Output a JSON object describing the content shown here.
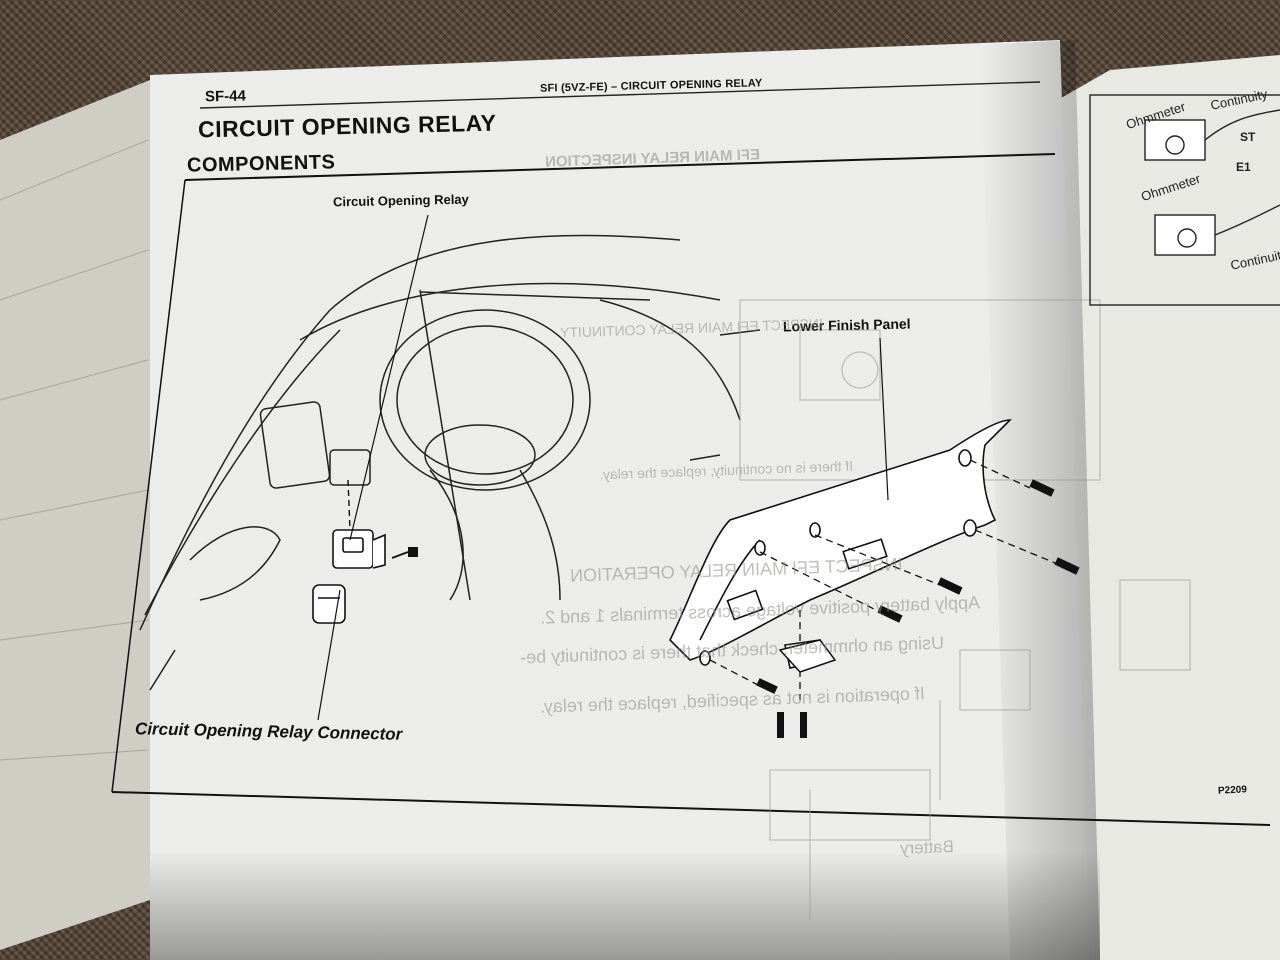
{
  "page": {
    "header_left": "SF-44",
    "header_right": "SFI (5VZ-FE)   –   CIRCUIT OPENING RELAY",
    "title": "CIRCUIT OPENING RELAY",
    "subtitle": "COMPONENTS"
  },
  "figure": {
    "label_relay": "Circuit Opening Relay",
    "label_panel": "Lower Finish Panel",
    "label_connector": "Circuit Opening Relay Connector",
    "code": "P2209"
  },
  "bleed_through": [
    "EFI MAIN RELAY  INSPECTION",
    "INSPECT EFI MAIN RELAY CONTINUITY",
    "If there is no continuity, replace the relay.",
    "INSPECT EFI MAIN RELAY OPERATION",
    "Apply battery positive voltage across terminals 1 and 2.",
    "Using an ohmmeter, check that there is continuity be-",
    "If operation is not as specified, replace the relay.",
    "Battery"
  ],
  "right_page": {
    "ohmmeter_1": "Ohmmeter",
    "continuity_1": "Continuity",
    "ohmmeter_2": "Ohmmeter",
    "continuity_2": "Continuity",
    "terminal_st": "ST",
    "terminal_e1": "E1"
  }
}
